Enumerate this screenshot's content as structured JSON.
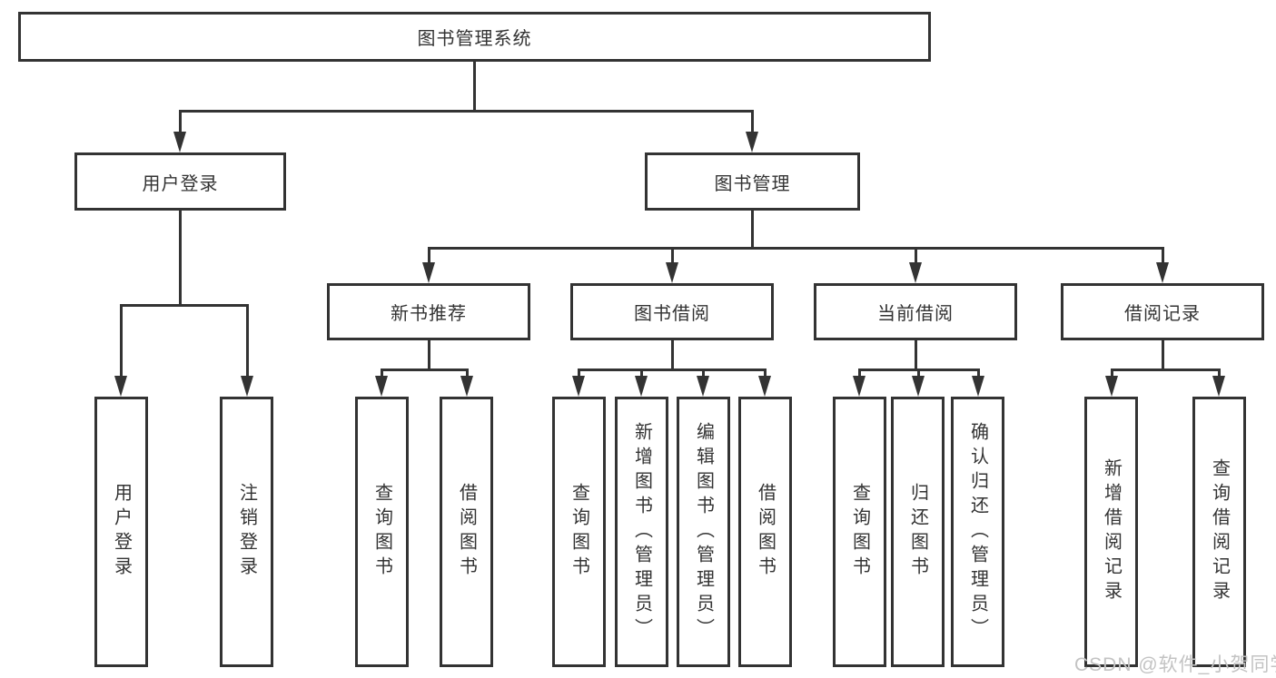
{
  "diagram": {
    "root": {
      "label": "图书管理系统",
      "children": [
        {
          "label": "用户登录",
          "children": [
            {
              "label": "用户登录"
            },
            {
              "label": "注销登录"
            }
          ]
        },
        {
          "label": "图书管理",
          "children": [
            {
              "label": "新书推荐",
              "children": [
                {
                  "label": "查询图书"
                },
                {
                  "label": "借阅图书"
                }
              ]
            },
            {
              "label": "图书借阅",
              "children": [
                {
                  "label": "查询图书"
                },
                {
                  "label": "新增图书（管理员）"
                },
                {
                  "label": "编辑图书（管理员）"
                },
                {
                  "label": "借阅图书"
                }
              ]
            },
            {
              "label": "当前借阅",
              "children": [
                {
                  "label": "查询图书"
                },
                {
                  "label": "归还图书"
                },
                {
                  "label": "确认归还（管理员）"
                }
              ]
            },
            {
              "label": "借阅记录",
              "children": [
                {
                  "label": "新增借阅记录"
                },
                {
                  "label": "查询借阅记录"
                }
              ]
            }
          ]
        }
      ]
    },
    "style": {
      "line_color": "#333333",
      "box_background": "#ffffff",
      "text_color": "#333333"
    }
  },
  "watermark": {
    "text": "CSDN @软件_小贺同学",
    "color": "#c3c3c3"
  }
}
